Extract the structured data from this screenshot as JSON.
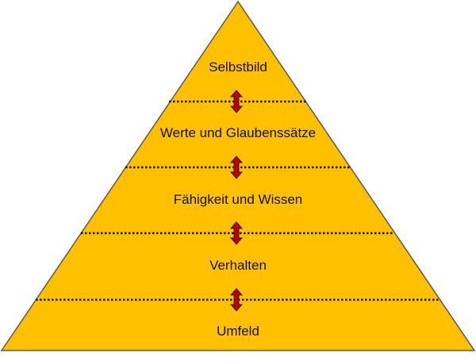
{
  "colors": {
    "fill": "#FFC000",
    "outline": "#595959",
    "arrow": "#C00000"
  },
  "levels": [
    {
      "label": "Selbstbild"
    },
    {
      "label": "Werte und Glaubenssätze"
    },
    {
      "label": "Fähigkeit und Wissen"
    },
    {
      "label": "Verhalten"
    },
    {
      "label": "Umfeld"
    }
  ]
}
